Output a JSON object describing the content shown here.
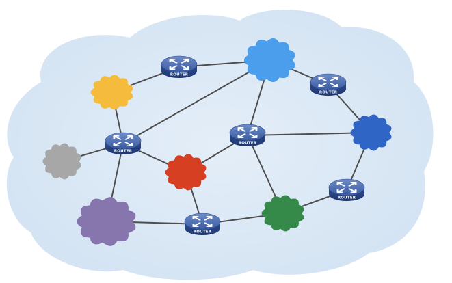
{
  "diagram": {
    "background_color": "#dce9f5",
    "link_color": "#4d4d4d",
    "router_color": "#3d5fa6",
    "router_label": "ROUTER",
    "routers": [
      {
        "id": "r-top",
        "icon": "router-icon"
      },
      {
        "id": "r-right",
        "icon": "router-icon"
      },
      {
        "id": "r-center",
        "icon": "router-icon"
      },
      {
        "id": "r-left",
        "icon": "router-icon"
      },
      {
        "id": "r-bottom-right",
        "icon": "router-icon"
      },
      {
        "id": "r-bottom",
        "icon": "router-icon"
      }
    ],
    "networks": [
      {
        "id": "net-blue",
        "icon": "cloud-icon",
        "color": "#4a9eec"
      },
      {
        "id": "net-yellow",
        "icon": "cloud-icon",
        "color": "#f5bb3c"
      },
      {
        "id": "net-darkblue",
        "icon": "cloud-icon",
        "color": "#2f66c5"
      },
      {
        "id": "net-gray",
        "icon": "cloud-icon",
        "color": "#a7a7a7"
      },
      {
        "id": "net-red",
        "icon": "cloud-icon",
        "color": "#d63f22"
      },
      {
        "id": "net-purple",
        "icon": "cloud-icon",
        "color": "#8775ad"
      },
      {
        "id": "net-green",
        "icon": "cloud-icon",
        "color": "#358a4a"
      }
    ],
    "links": [
      [
        "r-top",
        "net-yellow"
      ],
      [
        "r-top",
        "net-blue"
      ],
      [
        "net-blue",
        "r-right"
      ],
      [
        "net-blue",
        "r-left"
      ],
      [
        "net-blue",
        "r-center"
      ],
      [
        "r-right",
        "net-darkblue"
      ],
      [
        "net-yellow",
        "r-left"
      ],
      [
        "net-gray",
        "r-left"
      ],
      [
        "r-left",
        "net-red"
      ],
      [
        "r-left",
        "net-purple"
      ],
      [
        "net-red",
        "r-center"
      ],
      [
        "r-center",
        "net-darkblue"
      ],
      [
        "r-center",
        "net-green"
      ],
      [
        "net-darkblue",
        "r-bottom-right"
      ],
      [
        "r-bottom-right",
        "net-green"
      ],
      [
        "net-red",
        "r-bottom"
      ],
      [
        "net-purple",
        "r-bottom"
      ],
      [
        "r-bottom",
        "net-green"
      ]
    ]
  }
}
